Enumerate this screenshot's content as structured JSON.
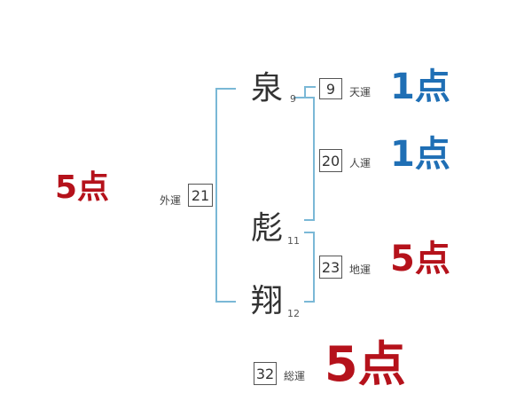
{
  "colors": {
    "bracket": "#7ab8d6",
    "good": "#1f6fb5",
    "bad": "#b5121b"
  },
  "name_chars": [
    {
      "char": "泉",
      "strokes": "9"
    },
    {
      "char": "彪",
      "strokes": "11"
    },
    {
      "char": "翔",
      "strokes": "12"
    }
  ],
  "fortunes": {
    "outer": {
      "label": "外運",
      "value": "21",
      "score": "5点"
    },
    "heaven": {
      "label": "天運",
      "value": "9",
      "score": "1点"
    },
    "person": {
      "label": "人運",
      "value": "20",
      "score": "1点"
    },
    "earth": {
      "label": "地運",
      "value": "23",
      "score": "5点"
    },
    "total": {
      "label": "総運",
      "value": "32",
      "score": "5点"
    }
  }
}
